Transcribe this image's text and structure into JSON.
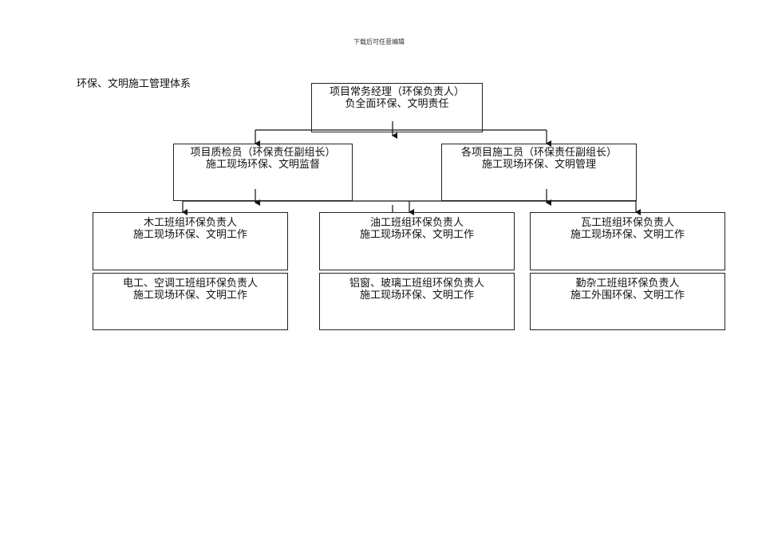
{
  "header": {
    "text": "下载后可任意编辑"
  },
  "section_title": "环保、文明施工管理体系",
  "nodes": {
    "manager": {
      "title": "项目常务经理（环保负责人）",
      "duty": "负全面环保、文明责任"
    },
    "quality": {
      "title": "项目质检员（环保责任副组长）",
      "duty": "施工现场环保、文明监督"
    },
    "construction": {
      "title": "各项目施工员（环保责任副组长）",
      "duty": "施工现场环保、文明管理"
    },
    "carpentry": {
      "title": "木工班组环保负责人",
      "duty": "施工现场环保、文明工作"
    },
    "painting": {
      "title": "油工班组环保负责人",
      "duty": "施工现场环保、文明工作"
    },
    "tiling": {
      "title": "瓦工班组环保负责人",
      "duty": "施工现场环保、文明工作"
    },
    "electrical": {
      "title": "电工、空调工班组环保负责人",
      "duty": "施工现场环保、文明工作"
    },
    "aluminum": {
      "title": "铝窗、玻璃工班组环保负责人",
      "duty": "施工现场环保、文明工作"
    },
    "misc": {
      "title": "勤杂工班组环保负责人",
      "duty": "施工外围环保、文明工作"
    }
  }
}
